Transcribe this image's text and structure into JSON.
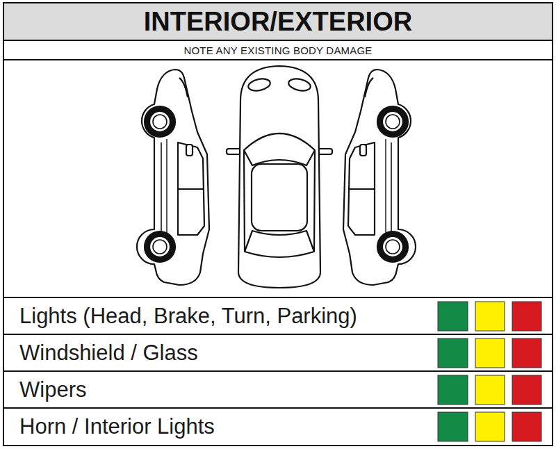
{
  "diagram": {
    "title": "INTERIOR/EXTERIOR",
    "nodes": [
      {
        "text": [
          "NOTE ANY EXISTING BODY DAMAGE"
        ]
      },
      {
        "text": [
          "Lights (Head, Brake, Turn, Parking)"
        ]
      },
      {
        "text": [
          "Windshield / Glass"
        ]
      },
      {
        "text": [
          "Wipers"
        ]
      },
      {
        "text": [
          "Horn / Interior Lights"
        ]
      }
    ]
  }
}
